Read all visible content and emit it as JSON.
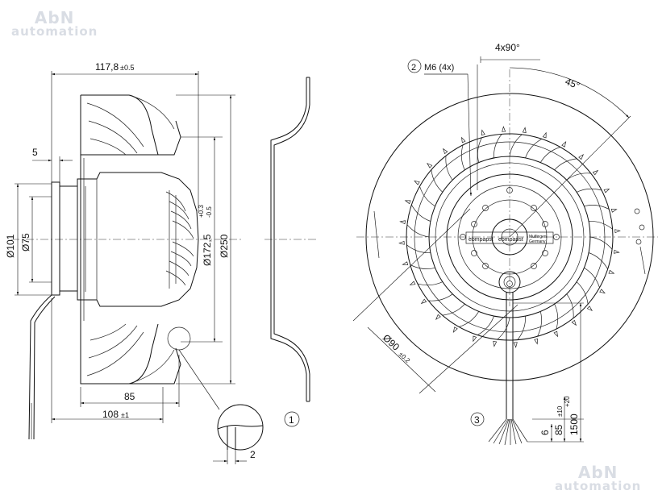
{
  "watermark": {
    "logo": "AbN",
    "text": "automation"
  },
  "dimensions": {
    "total_length": "117,8",
    "total_length_tol": "±0.5",
    "flange": "5",
    "bore_101": "Ø101",
    "bore_75": "Ø75",
    "dia_172": "Ø172,5",
    "dia_172_tol_upper": "+0.3",
    "dia_172_tol_lower": "-0.5",
    "dia_250": "Ø250",
    "depth_85": "85",
    "depth_108": "108",
    "depth_108_tol": "±1",
    "detail_2": "2",
    "thread": "M6 (4x)",
    "angle_4x90": "4x90°",
    "angle_45": "45°",
    "pcd_90": "Ø90",
    "pcd_90_tol": "±0.2",
    "cable_1500": "1500",
    "cable_1500_tol": "+20",
    "cable_85": "85",
    "cable_85_tol": "±10",
    "cable_6": "6"
  },
  "callouts": {
    "c1": "1",
    "c2": "2",
    "c3": "3"
  },
  "label_plate": {
    "brand1": "ebmpapst",
    "brand2": "ebmpapst",
    "origin1": "Mulfingen",
    "origin2": "Germany"
  }
}
